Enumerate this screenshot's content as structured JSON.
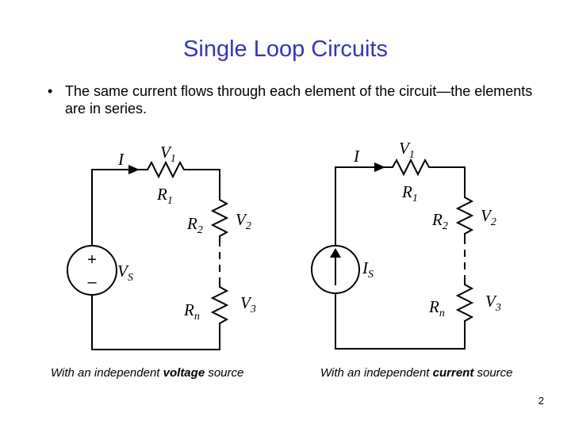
{
  "slide": {
    "title": "Single Loop Circuits",
    "bullet": "The same current flows through each element of the circuit—the elements are in series.",
    "page_number": "2"
  },
  "left_circuit": {
    "current_label": "I",
    "v1": {
      "base": "V",
      "sub": "1"
    },
    "r1": {
      "base": "R",
      "sub": "1"
    },
    "r2": {
      "base": "R",
      "sub": "2"
    },
    "v2": {
      "base": "V",
      "sub": "2"
    },
    "rn": {
      "base": "R",
      "sub": "n"
    },
    "v3": {
      "base": "V",
      "sub": "3"
    },
    "source": {
      "base": "V",
      "sub": "S"
    },
    "plus": "+",
    "minus": "–",
    "caption_prefix": "With an independent ",
    "caption_bold": "voltage",
    "caption_suffix": " source"
  },
  "right_circuit": {
    "current_label": "I",
    "v1": {
      "base": "V",
      "sub": "1"
    },
    "r1": {
      "base": "R",
      "sub": "1"
    },
    "r2": {
      "base": "R",
      "sub": "2"
    },
    "v2": {
      "base": "V",
      "sub": "2"
    },
    "rn": {
      "base": "R",
      "sub": "n"
    },
    "v3": {
      "base": "V",
      "sub": "3"
    },
    "source": {
      "base": "I",
      "sub": "S"
    },
    "caption_prefix": "With an independent ",
    "caption_bold": "current",
    "caption_suffix": " source"
  }
}
